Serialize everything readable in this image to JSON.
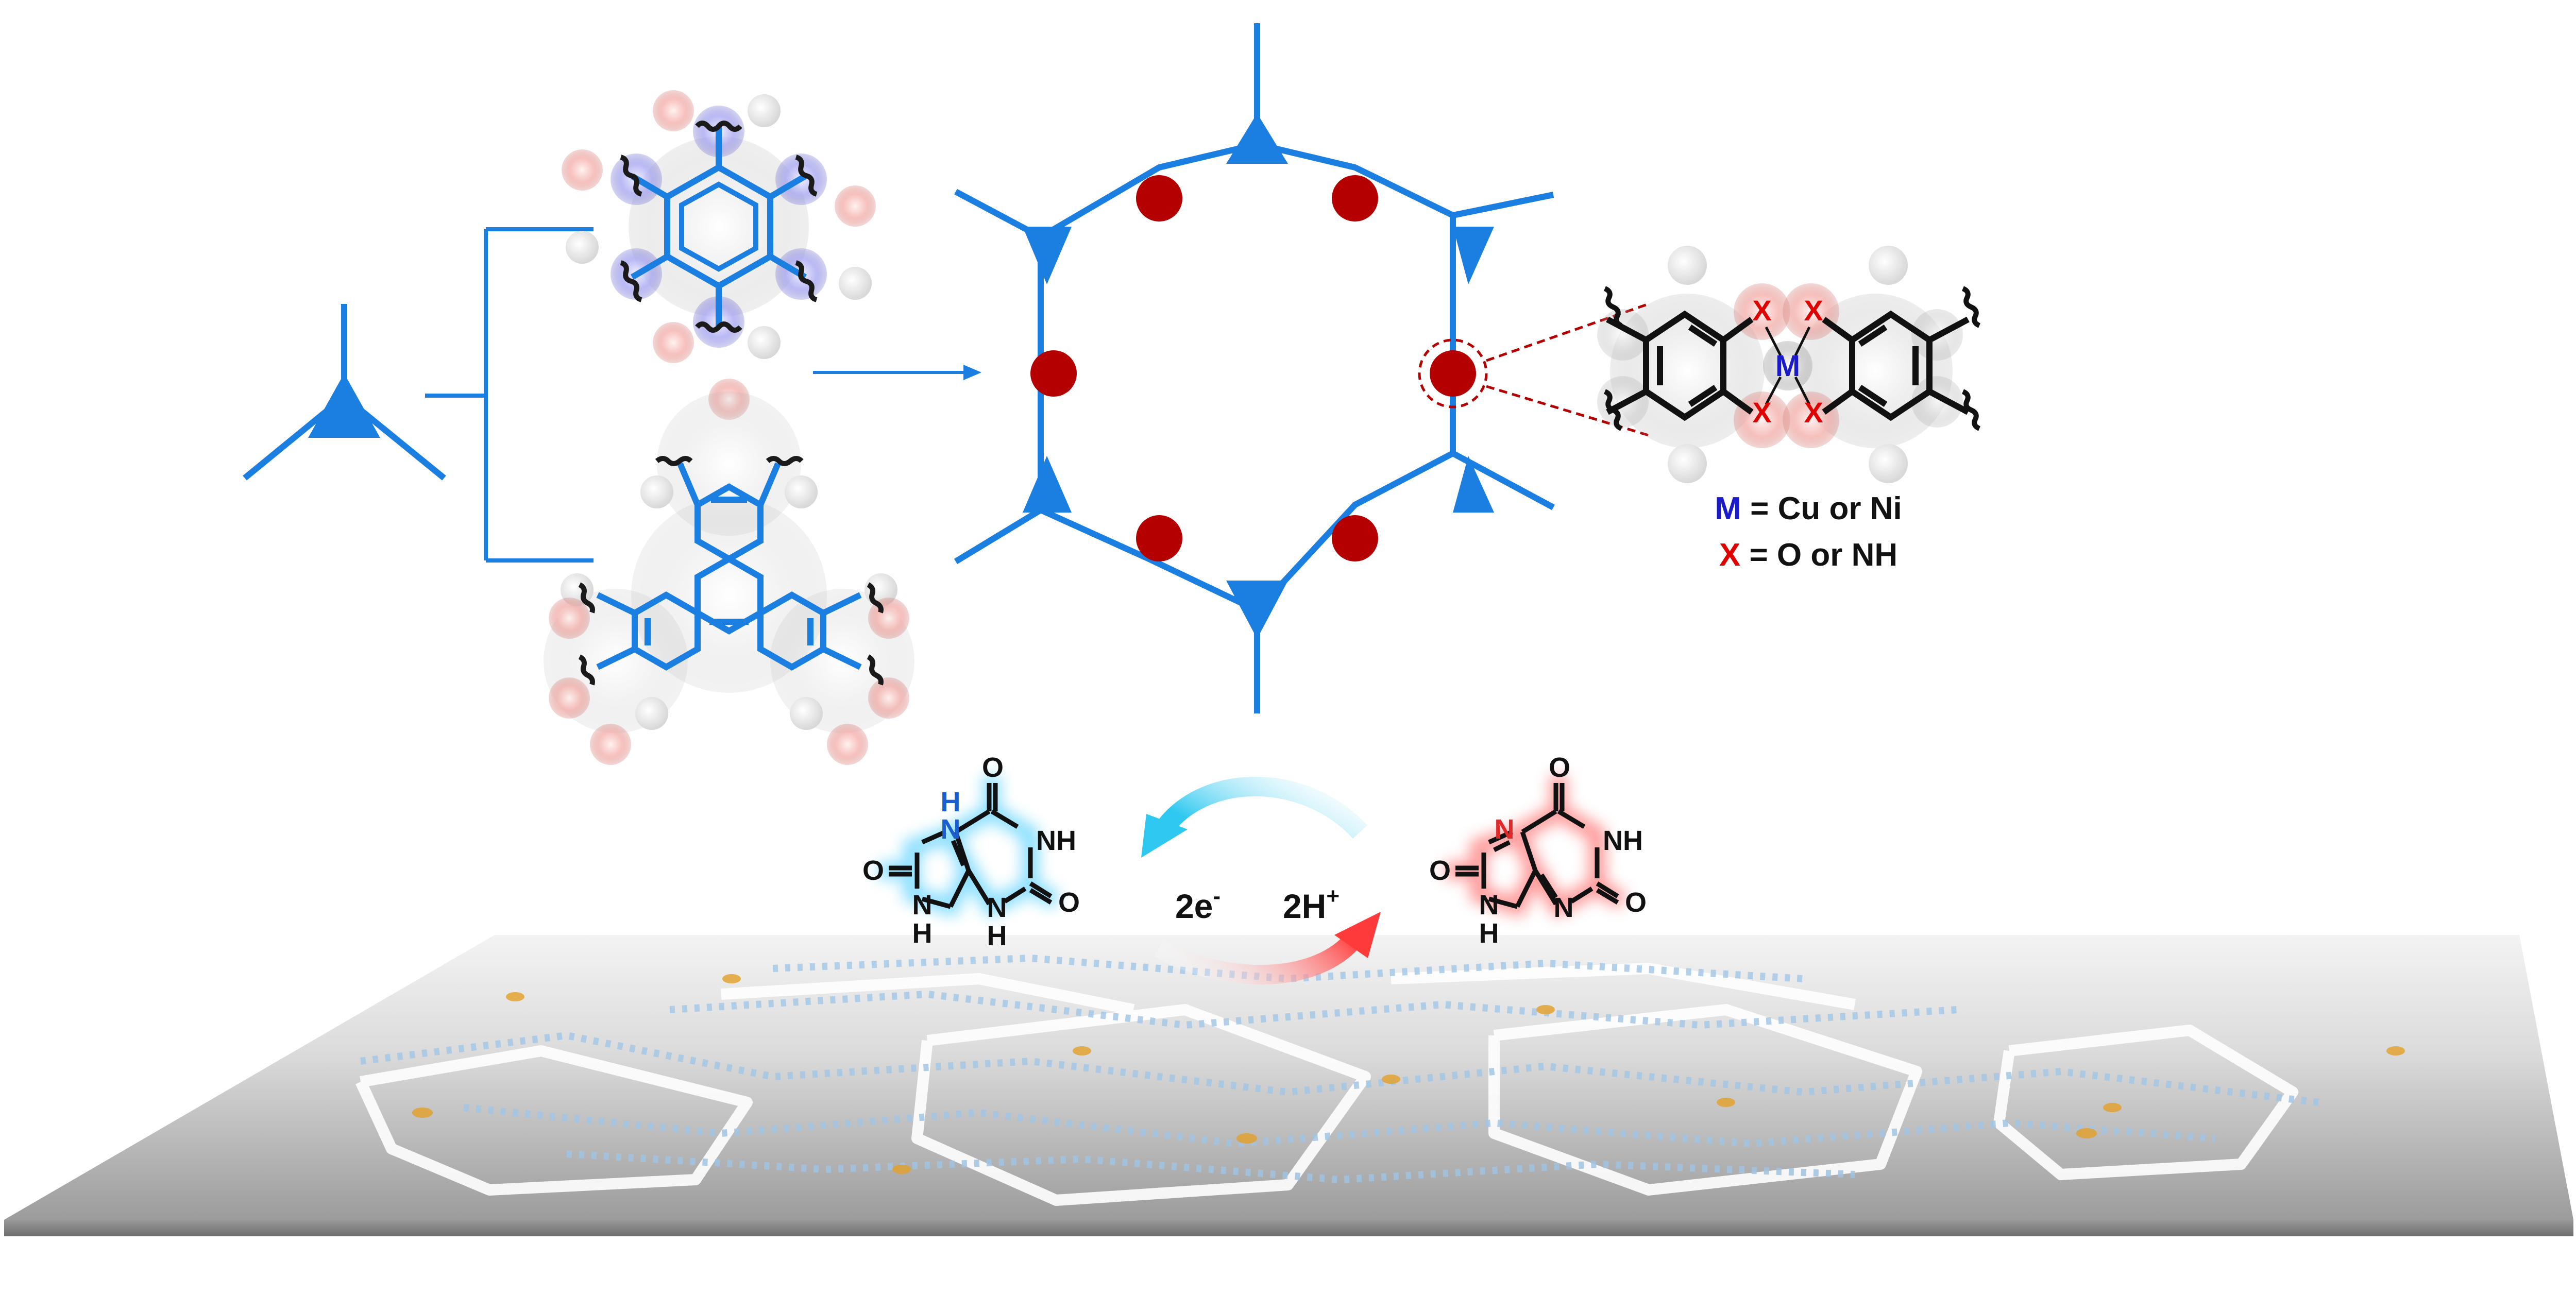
{
  "colors": {
    "framework_blue": "#1a7fe0",
    "node_red": "#b40000",
    "metal_blue": "#1a1acc",
    "x_red": "#e00000",
    "reduced_glow": "#7fdcff",
    "oxidized_glow": "#ff8f8f",
    "platform_gray": "#bdbdbd"
  },
  "complex": {
    "metal_symbol": "M",
    "ligand_symbol": "X"
  },
  "legend": {
    "metal_symbol": "M",
    "metal_text": " = Cu or Ni",
    "x_symbol": "X",
    "x_text": " = O or NH"
  },
  "molecule_reduced": {
    "atom_n_top": "H",
    "atom_n1": "N",
    "atom_o_top": "O",
    "atom_nh_right": "NH",
    "atom_o_left": "O",
    "atom_o_right": "O",
    "atom_n_bottom_left": "N",
    "atom_h_bottom_left": "H",
    "atom_n_bottom_right": "N",
    "atom_h_bottom_right": "H"
  },
  "molecule_oxidized": {
    "atom_n_top": "N",
    "atom_o_top": "O",
    "atom_nh_right": "NH",
    "atom_o_left": "O",
    "atom_n_bottom_left": "N",
    "atom_h_bottom_left": "H",
    "atom_n_bottom_right": "N",
    "atom_o_right": "O"
  },
  "reaction": {
    "electrons": "2e",
    "electrons_sup": "-",
    "protons": "2H",
    "protons_sup": "+"
  }
}
